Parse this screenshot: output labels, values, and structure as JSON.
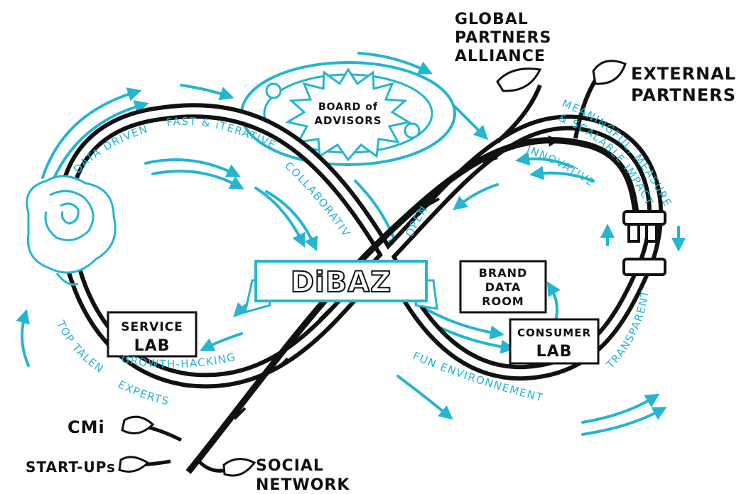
{
  "colors": {
    "accent": "#25b5d0",
    "ink": "#111111",
    "background": "#ffffff"
  },
  "center": {
    "title": "DiBAZ"
  },
  "board": {
    "line1": "BOARD of",
    "line2": "ADVISORS"
  },
  "labs": {
    "service": {
      "line1": "SERVICE",
      "line2": "LAB"
    },
    "brand": {
      "line1": "BRAND",
      "line2": "DATA",
      "line3": "ROOM"
    },
    "consumer": {
      "line1": "CONSUMER",
      "line2": "LAB"
    }
  },
  "partners": {
    "global": {
      "line1": "GLOBAL",
      "line2": "PARTNERS",
      "line3": "ALLIANCE"
    },
    "external": {
      "line1": "EXTERNAL",
      "line2": "PARTNERS"
    },
    "cmi": "CMi",
    "startups": "START-UPs",
    "social": {
      "line1": "SOCIAL",
      "line2": "NETWORK"
    }
  },
  "values": {
    "data_driven": "DATA DRIVEN",
    "fast_iterative": "FAST & iTERATIVE",
    "collaborative": "COLLABORATIVE",
    "open": "OPEN",
    "innovative": "INNOVATIVE",
    "impact_1": "MEANINGFUL, MEASUREABLE",
    "impact_2": "& SCALABLE IMPACT",
    "transparent": "TRANSPARENT",
    "fun": "FUN ENVIRONNEMENT",
    "growth": "GROWTH-HACKING",
    "talents_1": "TOP TALENTS &",
    "talents_2": "EXPERTS"
  },
  "icons": [
    "rose-icon",
    "leaf-icon",
    "gate-icon",
    "arrow-icon",
    "burst-icon"
  ]
}
